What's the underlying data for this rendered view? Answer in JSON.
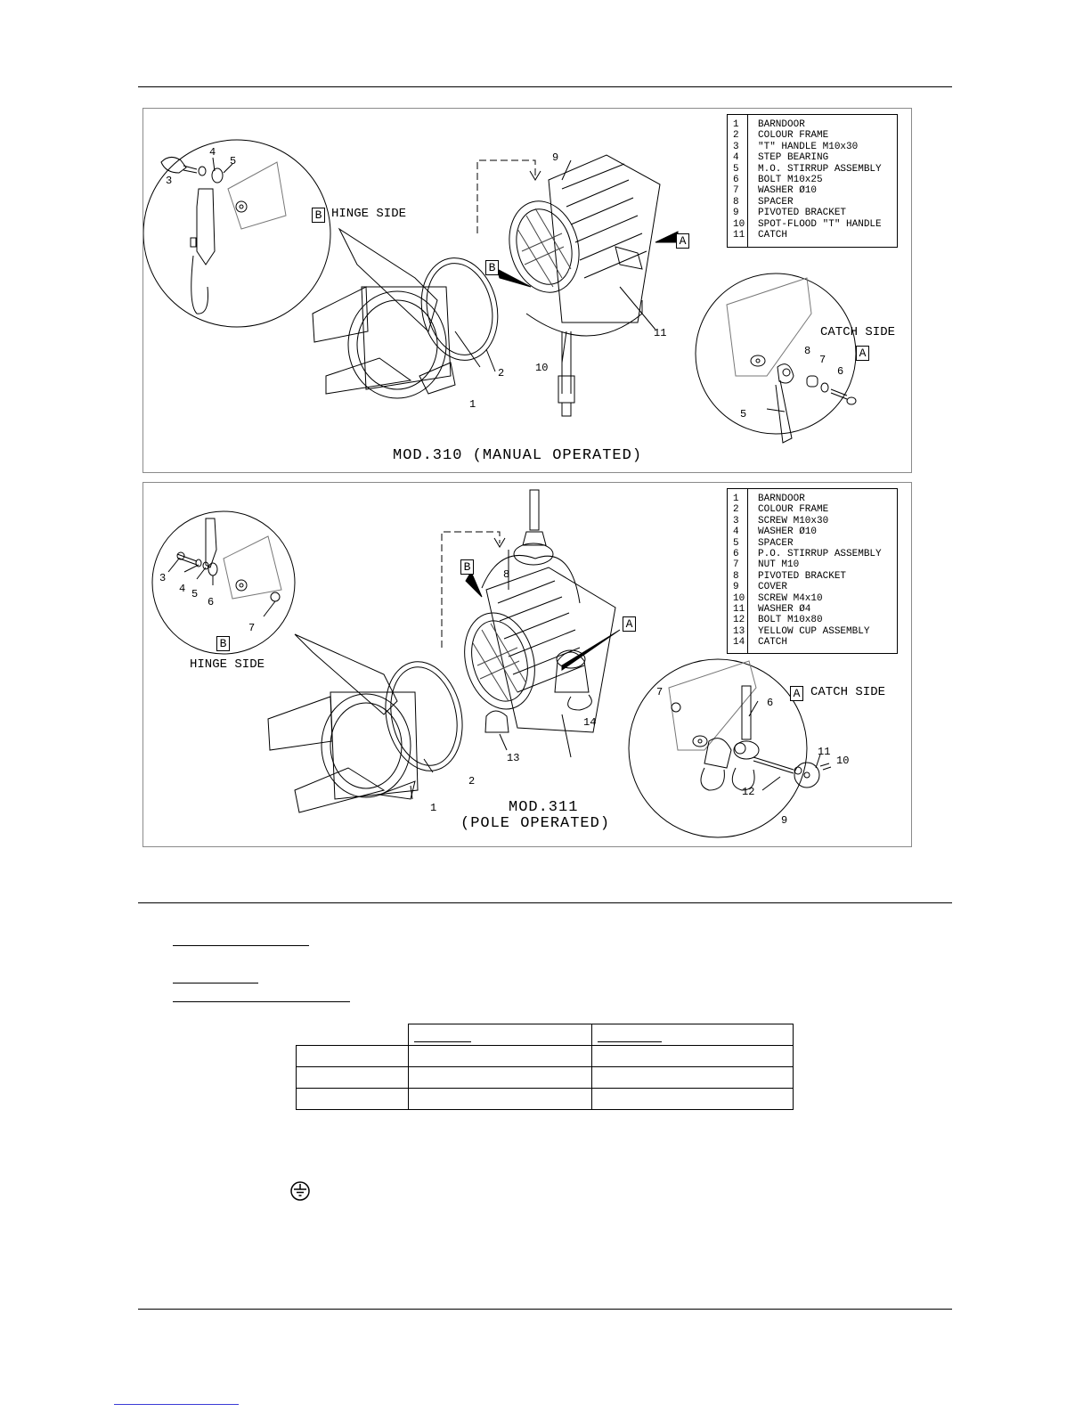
{
  "panel_top": {
    "title": "MOD.310 (MANUAL OPERATED)",
    "hinge_label": "HINGE SIDE",
    "catch_label": "CATCH SIDE",
    "box_a": "A",
    "box_b": "B",
    "legend": [
      {
        "num": "1",
        "text": "BARNDOOR"
      },
      {
        "num": "2",
        "text": "COLOUR FRAME"
      },
      {
        "num": "3",
        "text": "\"T\" HANDLE M10x30"
      },
      {
        "num": "4",
        "text": "STEP BEARING"
      },
      {
        "num": "5",
        "text": "M.O. STIRRUP ASSEMBLY"
      },
      {
        "num": "6",
        "text": "BOLT M10x25"
      },
      {
        "num": "7",
        "text": "WASHER Ø10"
      },
      {
        "num": "8",
        "text": "SPACER"
      },
      {
        "num": "9",
        "text": "PIVOTED BRACKET"
      },
      {
        "num": "10",
        "text": "SPOT-FLOOD \"T\" HANDLE"
      },
      {
        "num": "11",
        "text": "CATCH"
      }
    ],
    "callouts": {
      "c1": "1",
      "c2": "2",
      "c3": "3",
      "c4": "4",
      "c5": "5",
      "c5b": "5",
      "c6": "6",
      "c7": "7",
      "c8": "8",
      "c9": "9",
      "c10": "10",
      "c11": "11"
    }
  },
  "panel_bottom": {
    "title_line1": "MOD.311",
    "title_line2": "(POLE OPERATED)",
    "hinge_label": "HINGE SIDE",
    "catch_label": "CATCH SIDE",
    "box_a": "A",
    "box_b": "B",
    "legend": [
      {
        "num": "1",
        "text": "BARNDOOR"
      },
      {
        "num": "2",
        "text": "COLOUR FRAME"
      },
      {
        "num": "3",
        "text": "SCREW M10x30"
      },
      {
        "num": "4",
        "text": "WASHER Ø10"
      },
      {
        "num": "5",
        "text": "SPACER"
      },
      {
        "num": "6",
        "text": "P.O. STIRRUP ASSEMBLY"
      },
      {
        "num": "7",
        "text": "NUT M10"
      },
      {
        "num": "8",
        "text": "PIVOTED BRACKET"
      },
      {
        "num": "9",
        "text": "COVER"
      },
      {
        "num": "10",
        "text": "SCREW M4x10"
      },
      {
        "num": "11",
        "text": "WASHER Ø4"
      },
      {
        "num": "12",
        "text": "BOLT M10x80"
      },
      {
        "num": "13",
        "text": "YELLOW CUP ASSEMBLY"
      },
      {
        "num": "14",
        "text": "CATCH"
      }
    ],
    "callouts": {
      "c1": "1",
      "c2": "2",
      "c3": "3",
      "c4": "4",
      "c5": "5",
      "c6": "6",
      "c6b": "6",
      "c7": "7",
      "c7b": "7",
      "c8": "8",
      "c9": "9",
      "c10": "10",
      "c11": "11",
      "c12": "12",
      "c13": "13",
      "c14": "14"
    }
  },
  "colors": {
    "ink": "#000000",
    "panel_border": "#8a8a8a",
    "link": "#3b3bd6"
  },
  "icons": {
    "ground": "ground-symbol-icon"
  }
}
